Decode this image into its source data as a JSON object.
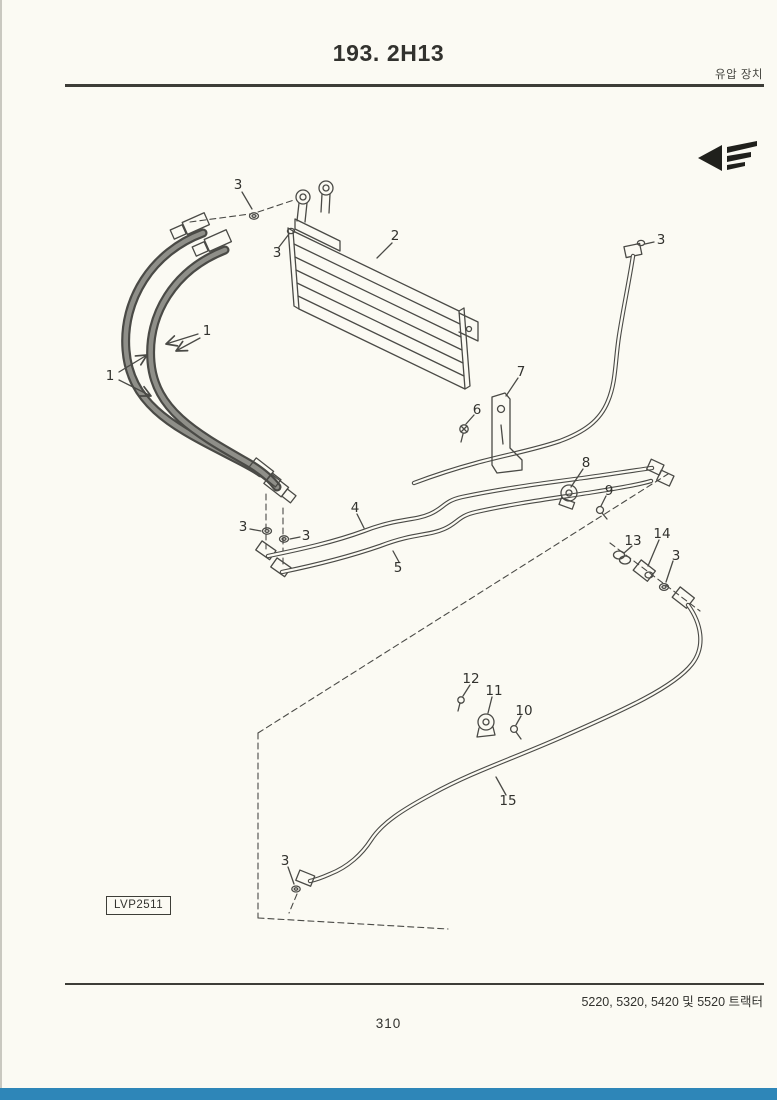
{
  "page": {
    "title": "193. 2H13",
    "section": "유압 장치",
    "figure_code": "LVP2511",
    "models_caption": "5220, 5320, 5420 및 5520 트랙터",
    "page_number": "310"
  },
  "diagram": {
    "description": "oil-cooler-hoses-and-tubes-exploded-view",
    "callouts": [
      "3",
      "3",
      "2",
      "3",
      "1",
      "1",
      "7",
      "6",
      "8",
      "9",
      "4",
      "3",
      "3",
      "5",
      "13",
      "14",
      "3",
      "12",
      "11",
      "10",
      "15",
      "3"
    ]
  },
  "colors": {
    "paper": "#fbfaf3",
    "ink": "#32322e",
    "line": "#4a4a46",
    "footer_bar": "#2e86b8"
  }
}
